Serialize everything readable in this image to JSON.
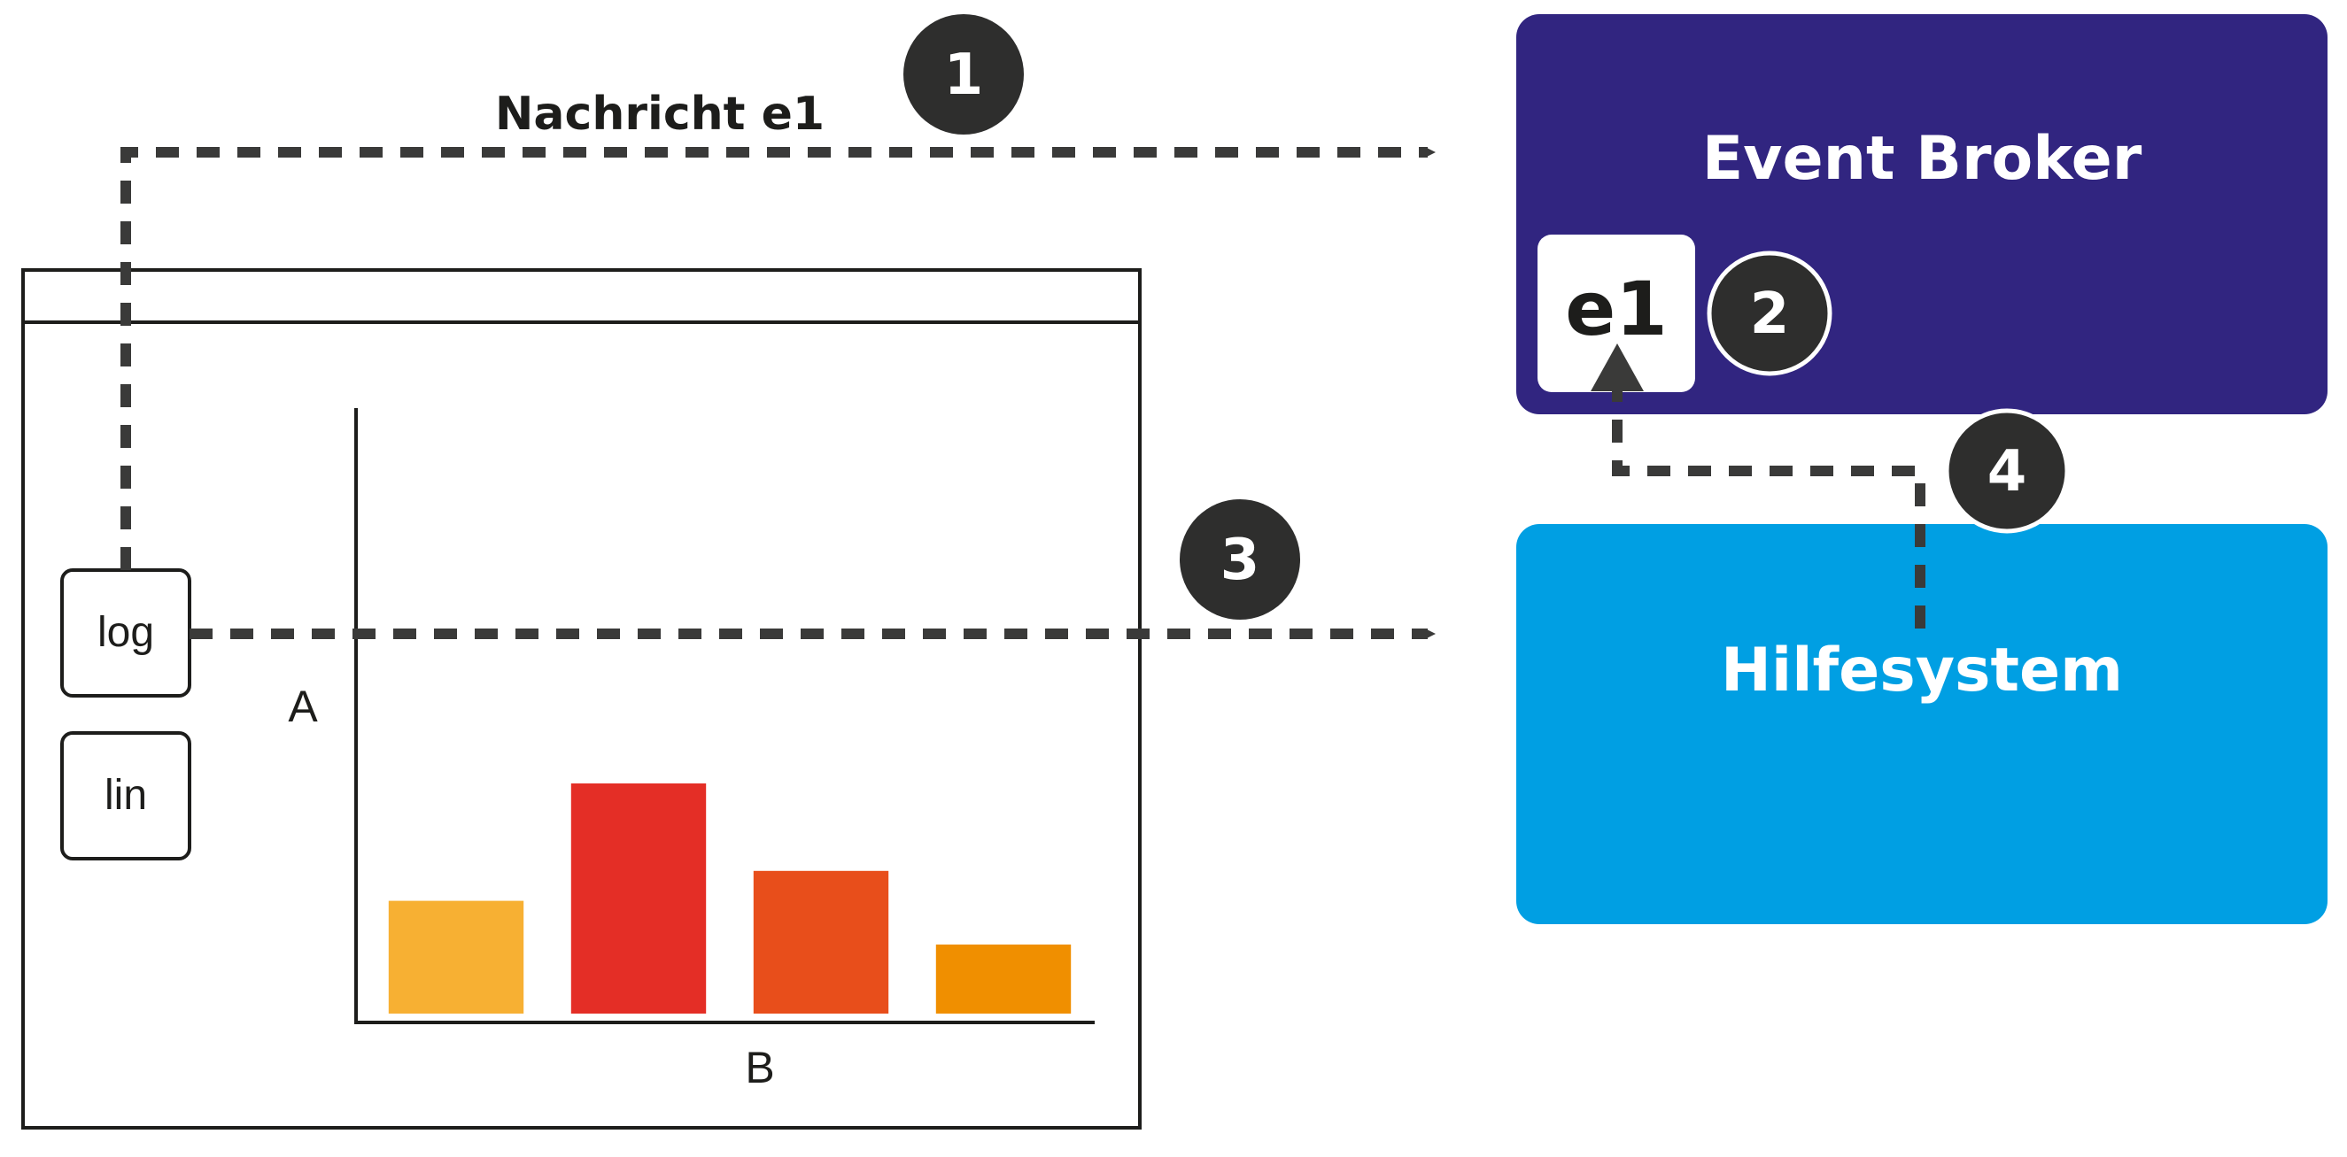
{
  "message_label": "Nachricht e1",
  "steps": [
    "1",
    "2",
    "3",
    "4"
  ],
  "event_broker": {
    "title": "Event Broker",
    "event_tag": "e1",
    "color": "#312580"
  },
  "help_system": {
    "title": "Hilfesystem",
    "color": "#009fe3"
  },
  "app_window": {
    "buttons": [
      "log",
      "lin"
    ],
    "chart_data": {
      "type": "bar",
      "xlabel": "B",
      "ylabel": "A",
      "ylim": [
        0,
        100
      ],
      "values": [
        49,
        100,
        62,
        30
      ],
      "colors": [
        "#f7b033",
        "#e42e26",
        "#e84e1b",
        "#f08f00"
      ]
    }
  },
  "colors": {
    "arrow": "#3a3a39",
    "badge": "#2e2e2d"
  }
}
